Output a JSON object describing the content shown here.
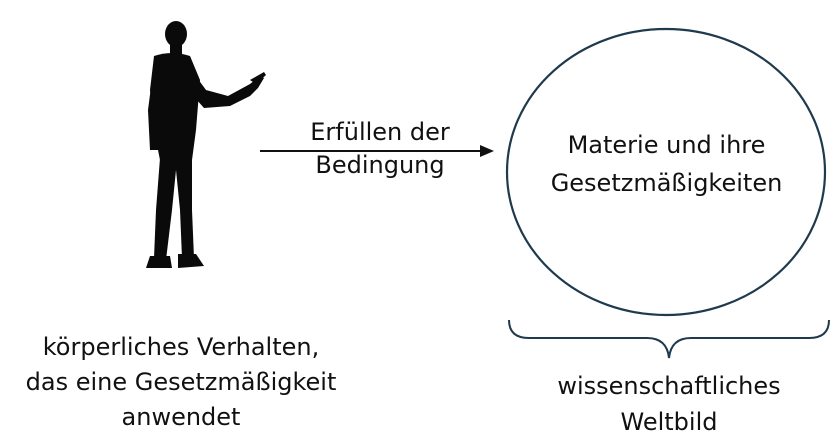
{
  "arrow_label": {
    "line1": "Erfüllen der",
    "line2": "Bedingung"
  },
  "circle": {
    "line1": "Materie und ihre",
    "line2": "Gesetzmäßigkeiten"
  },
  "left_caption": {
    "line1": "körperliches Verhalten,",
    "line2": "das eine Gesetzmäßigkeit",
    "line3": "anwendet"
  },
  "right_caption": {
    "line1": "wissenschaftliches",
    "line2": "Weltbild"
  },
  "colors": {
    "stroke": "#1f3a4d",
    "text": "#111111",
    "silhouette": "#0a0a0a"
  },
  "icons": {
    "figure": "man-silhouette-icon",
    "arrow": "arrow-right-icon",
    "brace": "curly-brace-icon"
  }
}
